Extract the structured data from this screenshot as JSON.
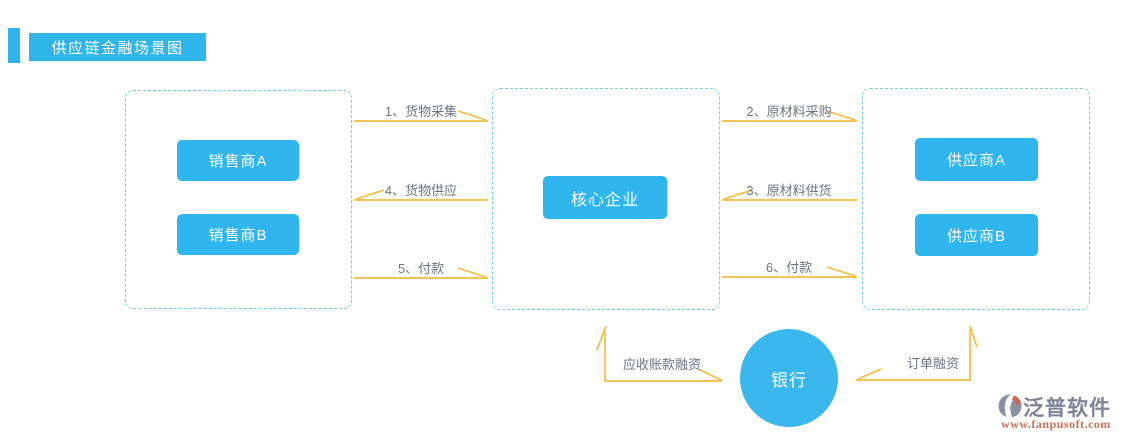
{
  "title": {
    "text": "供应链金融场景图"
  },
  "nodes": {
    "seller_a": "销售商A",
    "seller_b": "销售商B",
    "core": "核心企业",
    "supplier_a": "供应商A",
    "supplier_b": "供应商B",
    "bank": "银行"
  },
  "flows": {
    "f1": {
      "label": "1、货物采集",
      "direction": "right"
    },
    "f2": {
      "label": "2、原材料采购",
      "direction": "right"
    },
    "f3": {
      "label": "3、原材料供货",
      "direction": "left"
    },
    "f4": {
      "label": "4、货物供应",
      "direction": "left"
    },
    "f5": {
      "label": "5、付款",
      "direction": "right"
    },
    "f6": {
      "label": "6、付款",
      "direction": "right"
    },
    "receivable_financing": {
      "label": "应收账款融资",
      "direction": "bank-to-core"
    },
    "order_financing": {
      "label": "订单融资",
      "direction": "bank-to-suppliers"
    }
  },
  "logo": {
    "name": "泛普软件",
    "url": "www.fanpusoft.com",
    "icon": "fanpu-logo-icon"
  },
  "colors": {
    "primary_blue": "#2fb6ef",
    "dashed_border_blue": "#74cef3",
    "arrow_gold": "#f2bc42",
    "label_gray": "#6f7480",
    "logo_gray": "#7d8496",
    "logo_url_orange": "#cc7257"
  }
}
